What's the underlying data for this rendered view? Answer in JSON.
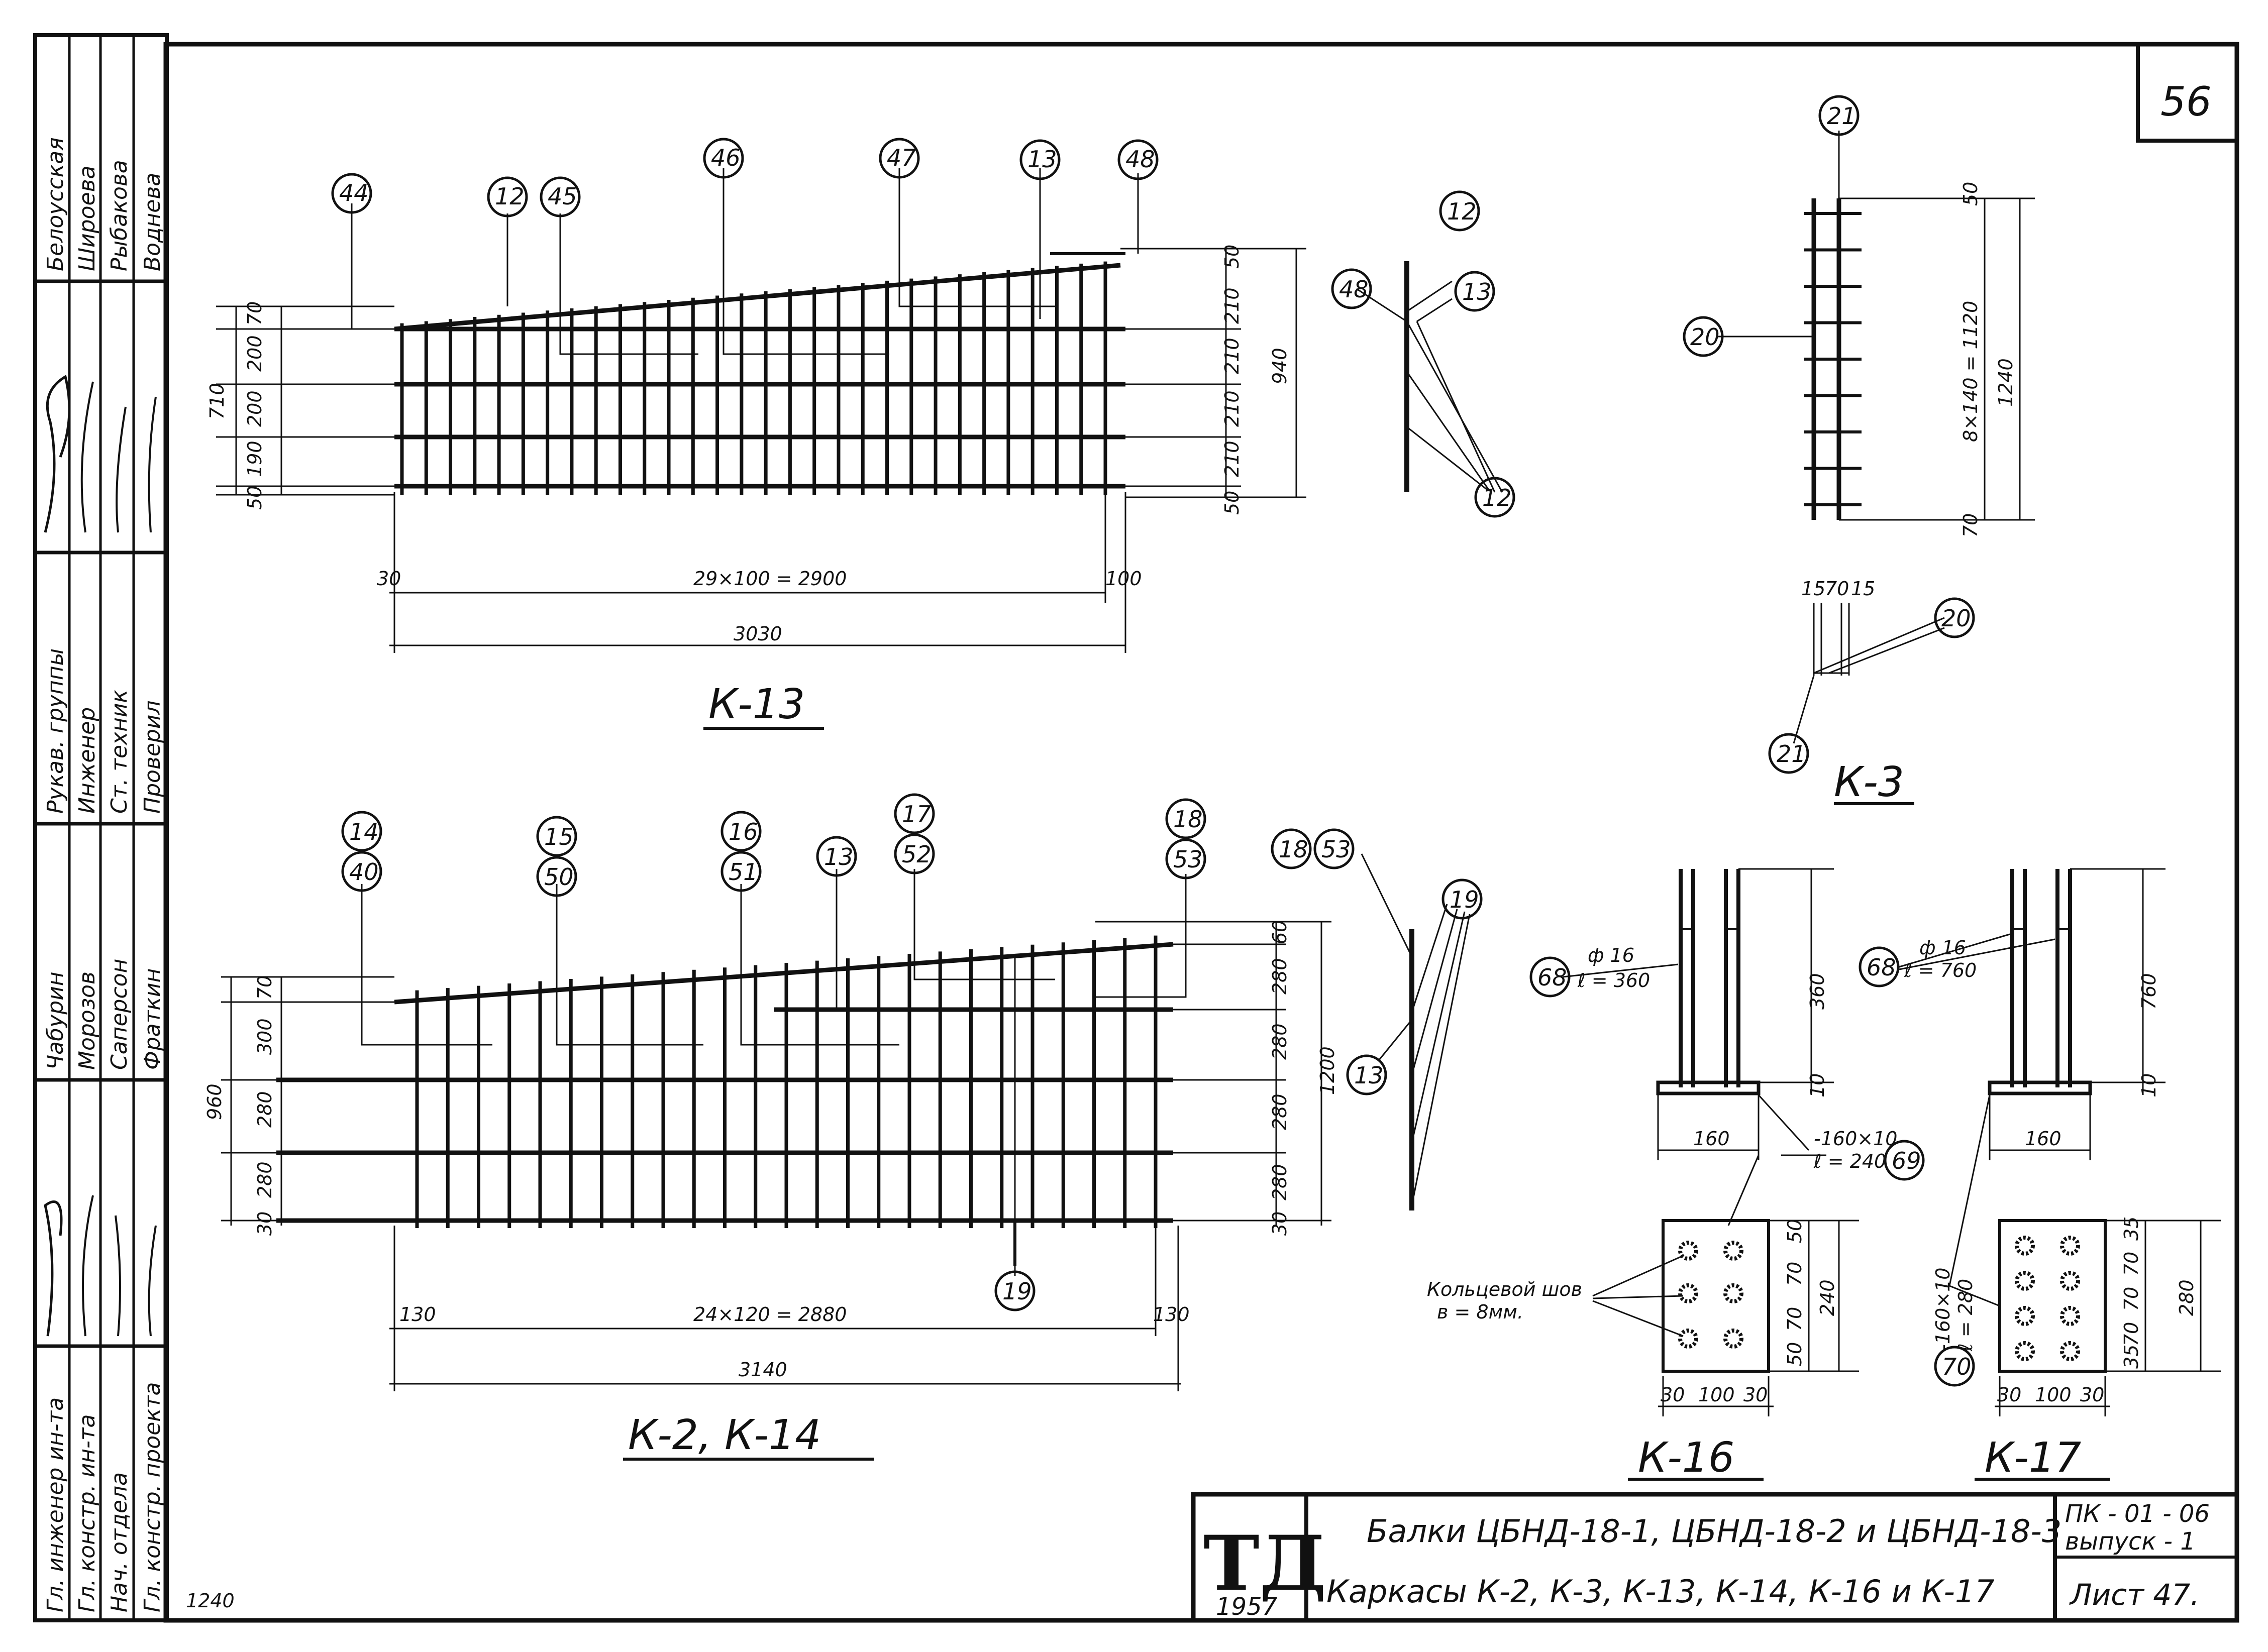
{
  "sheet_number": "56",
  "stamp_columns": [
    {
      "role": "Гл. инженер ин-та",
      "name": "Белоусская",
      "sign": ""
    },
    {
      "role": "Гл. констр. ин-та",
      "name": "Широева",
      "sign": ""
    },
    {
      "role": "Нач. отдела",
      "name": "Рыбакова",
      "sign": ""
    },
    {
      "role": "Гл. констр. проекта",
      "name": "Воднева",
      "sign": ""
    }
  ],
  "stamp_mid": [
    {
      "role": "Рукав. группы",
      "name": "Чабурин"
    },
    {
      "role": "Инженер",
      "name": "Морозов"
    },
    {
      "role": "Ст. техник",
      "name": "Саперсон"
    },
    {
      "role": "Проверил",
      "name": "Фраткин"
    }
  ],
  "drawings": {
    "k13": {
      "title": "К-13",
      "callouts": [
        "44",
        "12",
        "45",
        "46",
        "47",
        "13",
        "48"
      ],
      "dims_left": [
        "70",
        "200",
        "200",
        "190",
        "50",
        "710"
      ],
      "dims_right": [
        "210",
        "50",
        "210",
        "210",
        "210",
        "50",
        "940"
      ],
      "dims_bottom": [
        "30",
        "29×100 = 2900",
        "100",
        "3030"
      ],
      "side_callouts": [
        "48",
        "12",
        "13",
        "12"
      ]
    },
    "k3": {
      "title": "К-3",
      "callouts": [
        "21",
        "20"
      ],
      "dims": [
        "50",
        "8×140 = 1120",
        "70",
        "1240"
      ],
      "section_dims": [
        "15",
        "70",
        "15"
      ],
      "section_callouts": [
        "20",
        "21"
      ]
    },
    "k2": {
      "title": "К-2, К-14",
      "callouts_top": [
        "14",
        "15",
        "16",
        "17",
        "18"
      ],
      "callouts_bot": [
        "40",
        "50",
        "51",
        "13",
        "52",
        "53"
      ],
      "bottom_callout": "19",
      "dims_left": [
        "70",
        "300",
        "280",
        "280",
        "30",
        "960"
      ],
      "dims_right": [
        "60",
        "280",
        "280",
        "280",
        "280",
        "30",
        "1200"
      ],
      "dims_bottom": [
        "130",
        "24×120 = 2880",
        "130",
        "3140"
      ],
      "side_callouts": [
        "18",
        "53",
        "19",
        "13"
      ]
    },
    "k16": {
      "title": "К-16",
      "callout_68": "68",
      "rebar": "ф 16",
      "rebar_len": "ℓ = 360",
      "dims": [
        "360",
        "10",
        "160"
      ],
      "plate": "-160×10",
      "plate_len": "ℓ = 240",
      "callout_69": "69",
      "weld_label": "Кольцевой шов",
      "weld_size": "в = 8мм.",
      "plate_dims": [
        "50",
        "70",
        "70",
        "50",
        "240",
        "30",
        "100",
        "30"
      ]
    },
    "k17": {
      "title": "К-17",
      "callout_68": "68",
      "rebar": "ф 16",
      "rebar_len": "ℓ = 760",
      "dims": [
        "760",
        "10",
        "160"
      ],
      "callout_70": "70",
      "plate": "-160×10",
      "plate_len": "ℓ = 280",
      "plate_dims": [
        "35",
        "70",
        "70",
        "70",
        "35",
        "280",
        "30",
        "100",
        "30"
      ]
    }
  },
  "title_block": {
    "logo": "ТД",
    "year": "1957",
    "line1": "Балки ЦБНД-18-1, ЦБНД-18-2 и ЦБНД-18-3",
    "line2": "Каркасы К-2, К-3, К-13, К-14, К-16 и К-17",
    "code": "ПК - 01 - 06",
    "issue": "выпуск - 1",
    "sheet": "Лист 47."
  },
  "corner_note": "1240"
}
